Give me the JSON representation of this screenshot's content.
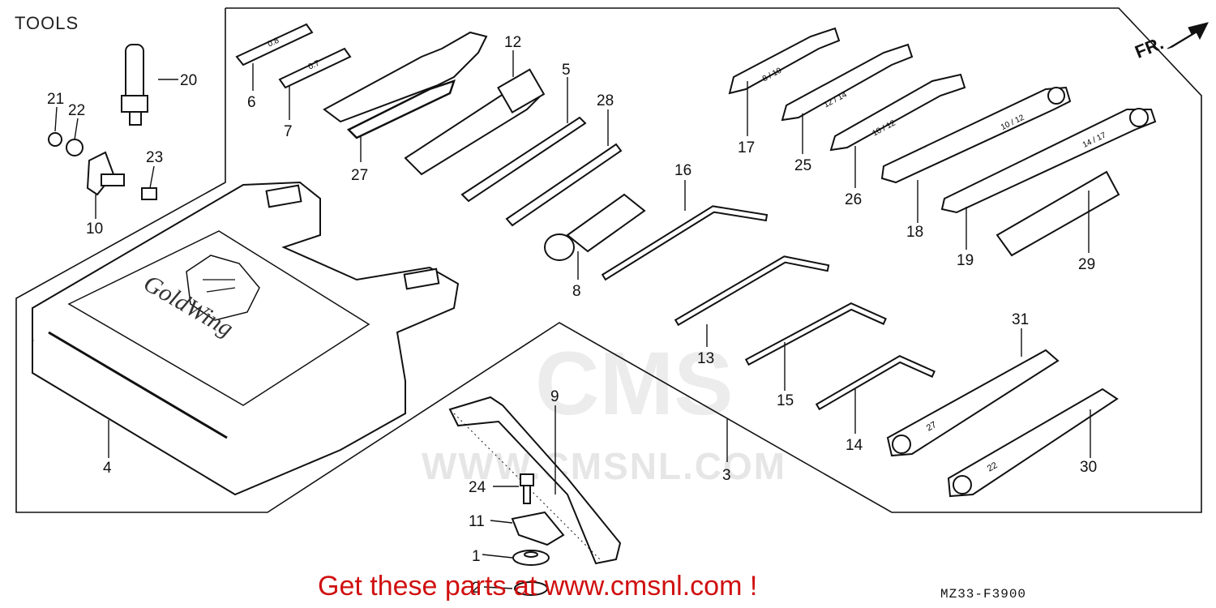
{
  "title": "TOOLS",
  "direction_label": "FR.",
  "watermark": {
    "brand": "CMS",
    "url": "WWW.CMSNL.COM"
  },
  "promo_text": "Get these parts at www.cmsnl.com !",
  "diagram_code": "MZ33-F3900",
  "tool_box_logo": "GoldWing",
  "wrench_markings": {
    "feeler_gauge_6": "0.8",
    "feeler_gauge_7": "0.7",
    "wrench_17": "8 / 10",
    "wrench_25": "12 / 14",
    "wrench_26": "10 / 12",
    "wrench_18": "10 / 12",
    "wrench_19": "14 / 17",
    "socket_31": "27",
    "socket_30": "22"
  },
  "callouts": [
    {
      "id": "c1",
      "text": "1"
    },
    {
      "id": "c2",
      "text": "2"
    },
    {
      "id": "c3",
      "text": "3"
    },
    {
      "id": "c4",
      "text": "4"
    },
    {
      "id": "c5",
      "text": "5"
    },
    {
      "id": "c6",
      "text": "6"
    },
    {
      "id": "c7",
      "text": "7"
    },
    {
      "id": "c8",
      "text": "8"
    },
    {
      "id": "c9",
      "text": "9"
    },
    {
      "id": "c10",
      "text": "10"
    },
    {
      "id": "c11",
      "text": "11"
    },
    {
      "id": "c12",
      "text": "12"
    },
    {
      "id": "c13",
      "text": "13"
    },
    {
      "id": "c14",
      "text": "14"
    },
    {
      "id": "c15",
      "text": "15"
    },
    {
      "id": "c16",
      "text": "16"
    },
    {
      "id": "c17",
      "text": "17"
    },
    {
      "id": "c18",
      "text": "18"
    },
    {
      "id": "c19",
      "text": "19"
    },
    {
      "id": "c20",
      "text": "20"
    },
    {
      "id": "c21",
      "text": "21"
    },
    {
      "id": "c22",
      "text": "22"
    },
    {
      "id": "c23",
      "text": "23"
    },
    {
      "id": "c24",
      "text": "24"
    },
    {
      "id": "c25",
      "text": "25"
    },
    {
      "id": "c26",
      "text": "26"
    },
    {
      "id": "c27",
      "text": "27"
    },
    {
      "id": "c28",
      "text": "28"
    },
    {
      "id": "c29",
      "text": "29"
    },
    {
      "id": "c30",
      "text": "30"
    },
    {
      "id": "c31",
      "text": "31"
    }
  ],
  "colors": {
    "line": "#111111",
    "promo": "#d01010",
    "watermark": "#e6e6e6"
  }
}
